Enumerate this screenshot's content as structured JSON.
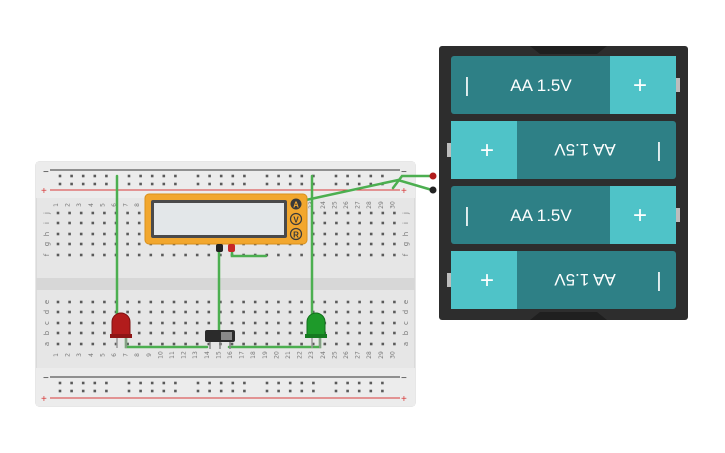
{
  "breadboard": {
    "rail_minus": "−",
    "rail_plus": "+",
    "row_letters_top": [
      "j",
      "i",
      "h",
      "g",
      "f"
    ],
    "row_letters_bottom": [
      "e",
      "d",
      "c",
      "b",
      "a"
    ],
    "column_numbers": [
      "1",
      "2",
      "3",
      "4",
      "5",
      "6",
      "7",
      "8",
      "9",
      "10",
      "11",
      "12",
      "13",
      "14",
      "15",
      "16",
      "17",
      "18",
      "19",
      "20",
      "21",
      "22",
      "23",
      "24",
      "25",
      "26",
      "27",
      "28",
      "29",
      "30"
    ]
  },
  "multimeter": {
    "mode_buttons": [
      "A",
      "V",
      "R"
    ],
    "display_value": ""
  },
  "battery_pack": {
    "cells": [
      {
        "label": "AA 1.5V",
        "minus": "|",
        "plus": "+",
        "flipped": false
      },
      {
        "label": "AA 1.5V",
        "minus": "|",
        "plus": "+",
        "flipped": true
      },
      {
        "label": "AA 1.5V",
        "minus": "|",
        "plus": "+",
        "flipped": false
      },
      {
        "label": "AA 1.5V",
        "minus": "|",
        "plus": "+",
        "flipped": true
      }
    ]
  },
  "leds": [
    {
      "color": "red",
      "hex": "#b21c1c"
    },
    {
      "color": "green",
      "hex": "#1e9a2a"
    }
  ],
  "colors": {
    "wire": "#4caf50",
    "board": "#e8e8e8",
    "multimeter": "#f2a72e",
    "battery_holder": "#2d2d2d",
    "cell_body": "#2e8086",
    "cell_cap": "#4fc3c8",
    "rail_red": "#d83a3a"
  }
}
